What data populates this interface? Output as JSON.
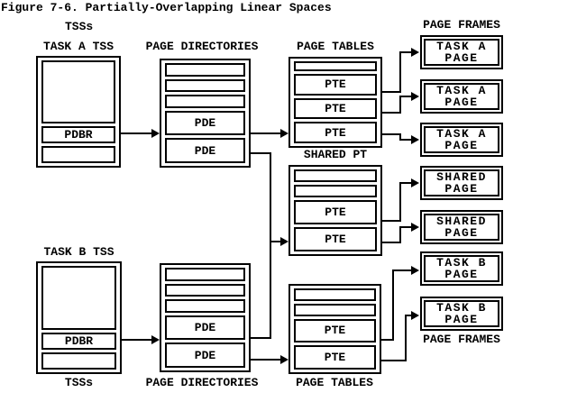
{
  "title": "Figure 7-6. Partially-Overlapping Linear Spaces",
  "colors": {
    "ink": "#000000",
    "paper": "#ffffff"
  },
  "tss_column": {
    "top_label": "TSSs",
    "bottom_label": "TSSs",
    "task_a": {
      "header": "TASK A TSS",
      "pdbr": "PDBR"
    },
    "task_b": {
      "header": "TASK B TSS",
      "pdbr": "PDBR"
    }
  },
  "directories": {
    "top_header": "PAGE DIRECTORIES",
    "bottom_label": "PAGE DIRECTORIES",
    "top": {
      "rows": [
        "",
        "",
        "",
        "PDE",
        "PDE"
      ]
    },
    "bottom": {
      "rows": [
        "",
        "",
        "",
        "PDE",
        "PDE"
      ]
    }
  },
  "tables": {
    "top_header": "PAGE TABLES",
    "bottom_label": "PAGE TABLES",
    "shared_label": "SHARED PT",
    "top": {
      "rows": [
        "",
        "PTE",
        "PTE",
        "PTE"
      ]
    },
    "shared": {
      "rows": [
        "",
        "",
        "PTE",
        "PTE"
      ]
    },
    "bottom": {
      "rows": [
        "",
        "",
        "PTE",
        "PTE"
      ]
    }
  },
  "frames": {
    "top_header": "PAGE FRAMES",
    "bottom_label": "PAGE FRAMES",
    "items": [
      {
        "line1": "TASK A",
        "line2": "PAGE"
      },
      {
        "line1": "TASK A",
        "line2": "PAGE"
      },
      {
        "line1": "TASK A",
        "line2": "PAGE"
      },
      {
        "line1": "SHARED",
        "line2": "PAGE"
      },
      {
        "line1": "SHARED",
        "line2": "PAGE"
      },
      {
        "line1": "TASK B",
        "line2": "PAGE"
      },
      {
        "line1": "TASK B",
        "line2": "PAGE"
      }
    ]
  }
}
